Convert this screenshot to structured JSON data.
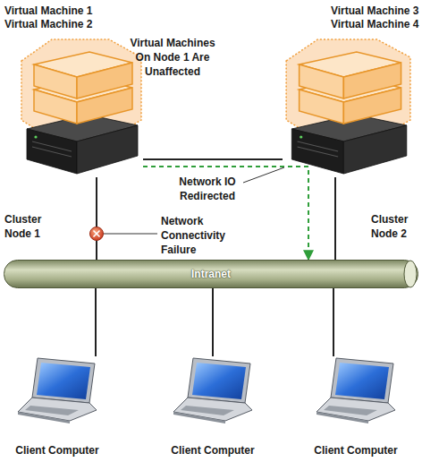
{
  "diagram": {
    "nodes": [
      {
        "text": [
          "Cluster Node 1"
        ]
      },
      {
        "text": [
          "Cluster Node 2"
        ]
      },
      {
        "text": [
          "Intranet"
        ]
      },
      {
        "text": [
          "Client Computer"
        ]
      },
      {
        "text": [
          "Client Computer"
        ]
      },
      {
        "text": [
          "Client Computer"
        ]
      }
    ],
    "edges": [
      {
        "from": 0,
        "to": 1,
        "arrow": "none"
      },
      {
        "from": 0,
        "to": 2,
        "arrow": "none",
        "label": "Network Connectivity Failure"
      },
      {
        "from": 0,
        "to": 2,
        "arrow": "to",
        "label": "Network IO Redirected"
      },
      {
        "from": 1,
        "to": 2,
        "arrow": "none"
      },
      {
        "from": 2,
        "to": 3,
        "arrow": "none"
      },
      {
        "from": 2,
        "to": 4,
        "arrow": "none"
      },
      {
        "from": 2,
        "to": 5,
        "arrow": "none"
      }
    ],
    "labels": [
      "Virtual Machine 1",
      "Virtual Machine 2",
      "Virtual Machine 3",
      "Virtual Machine 4",
      "Virtual Machines On Node 1 Are Unaffected"
    ]
  }
}
